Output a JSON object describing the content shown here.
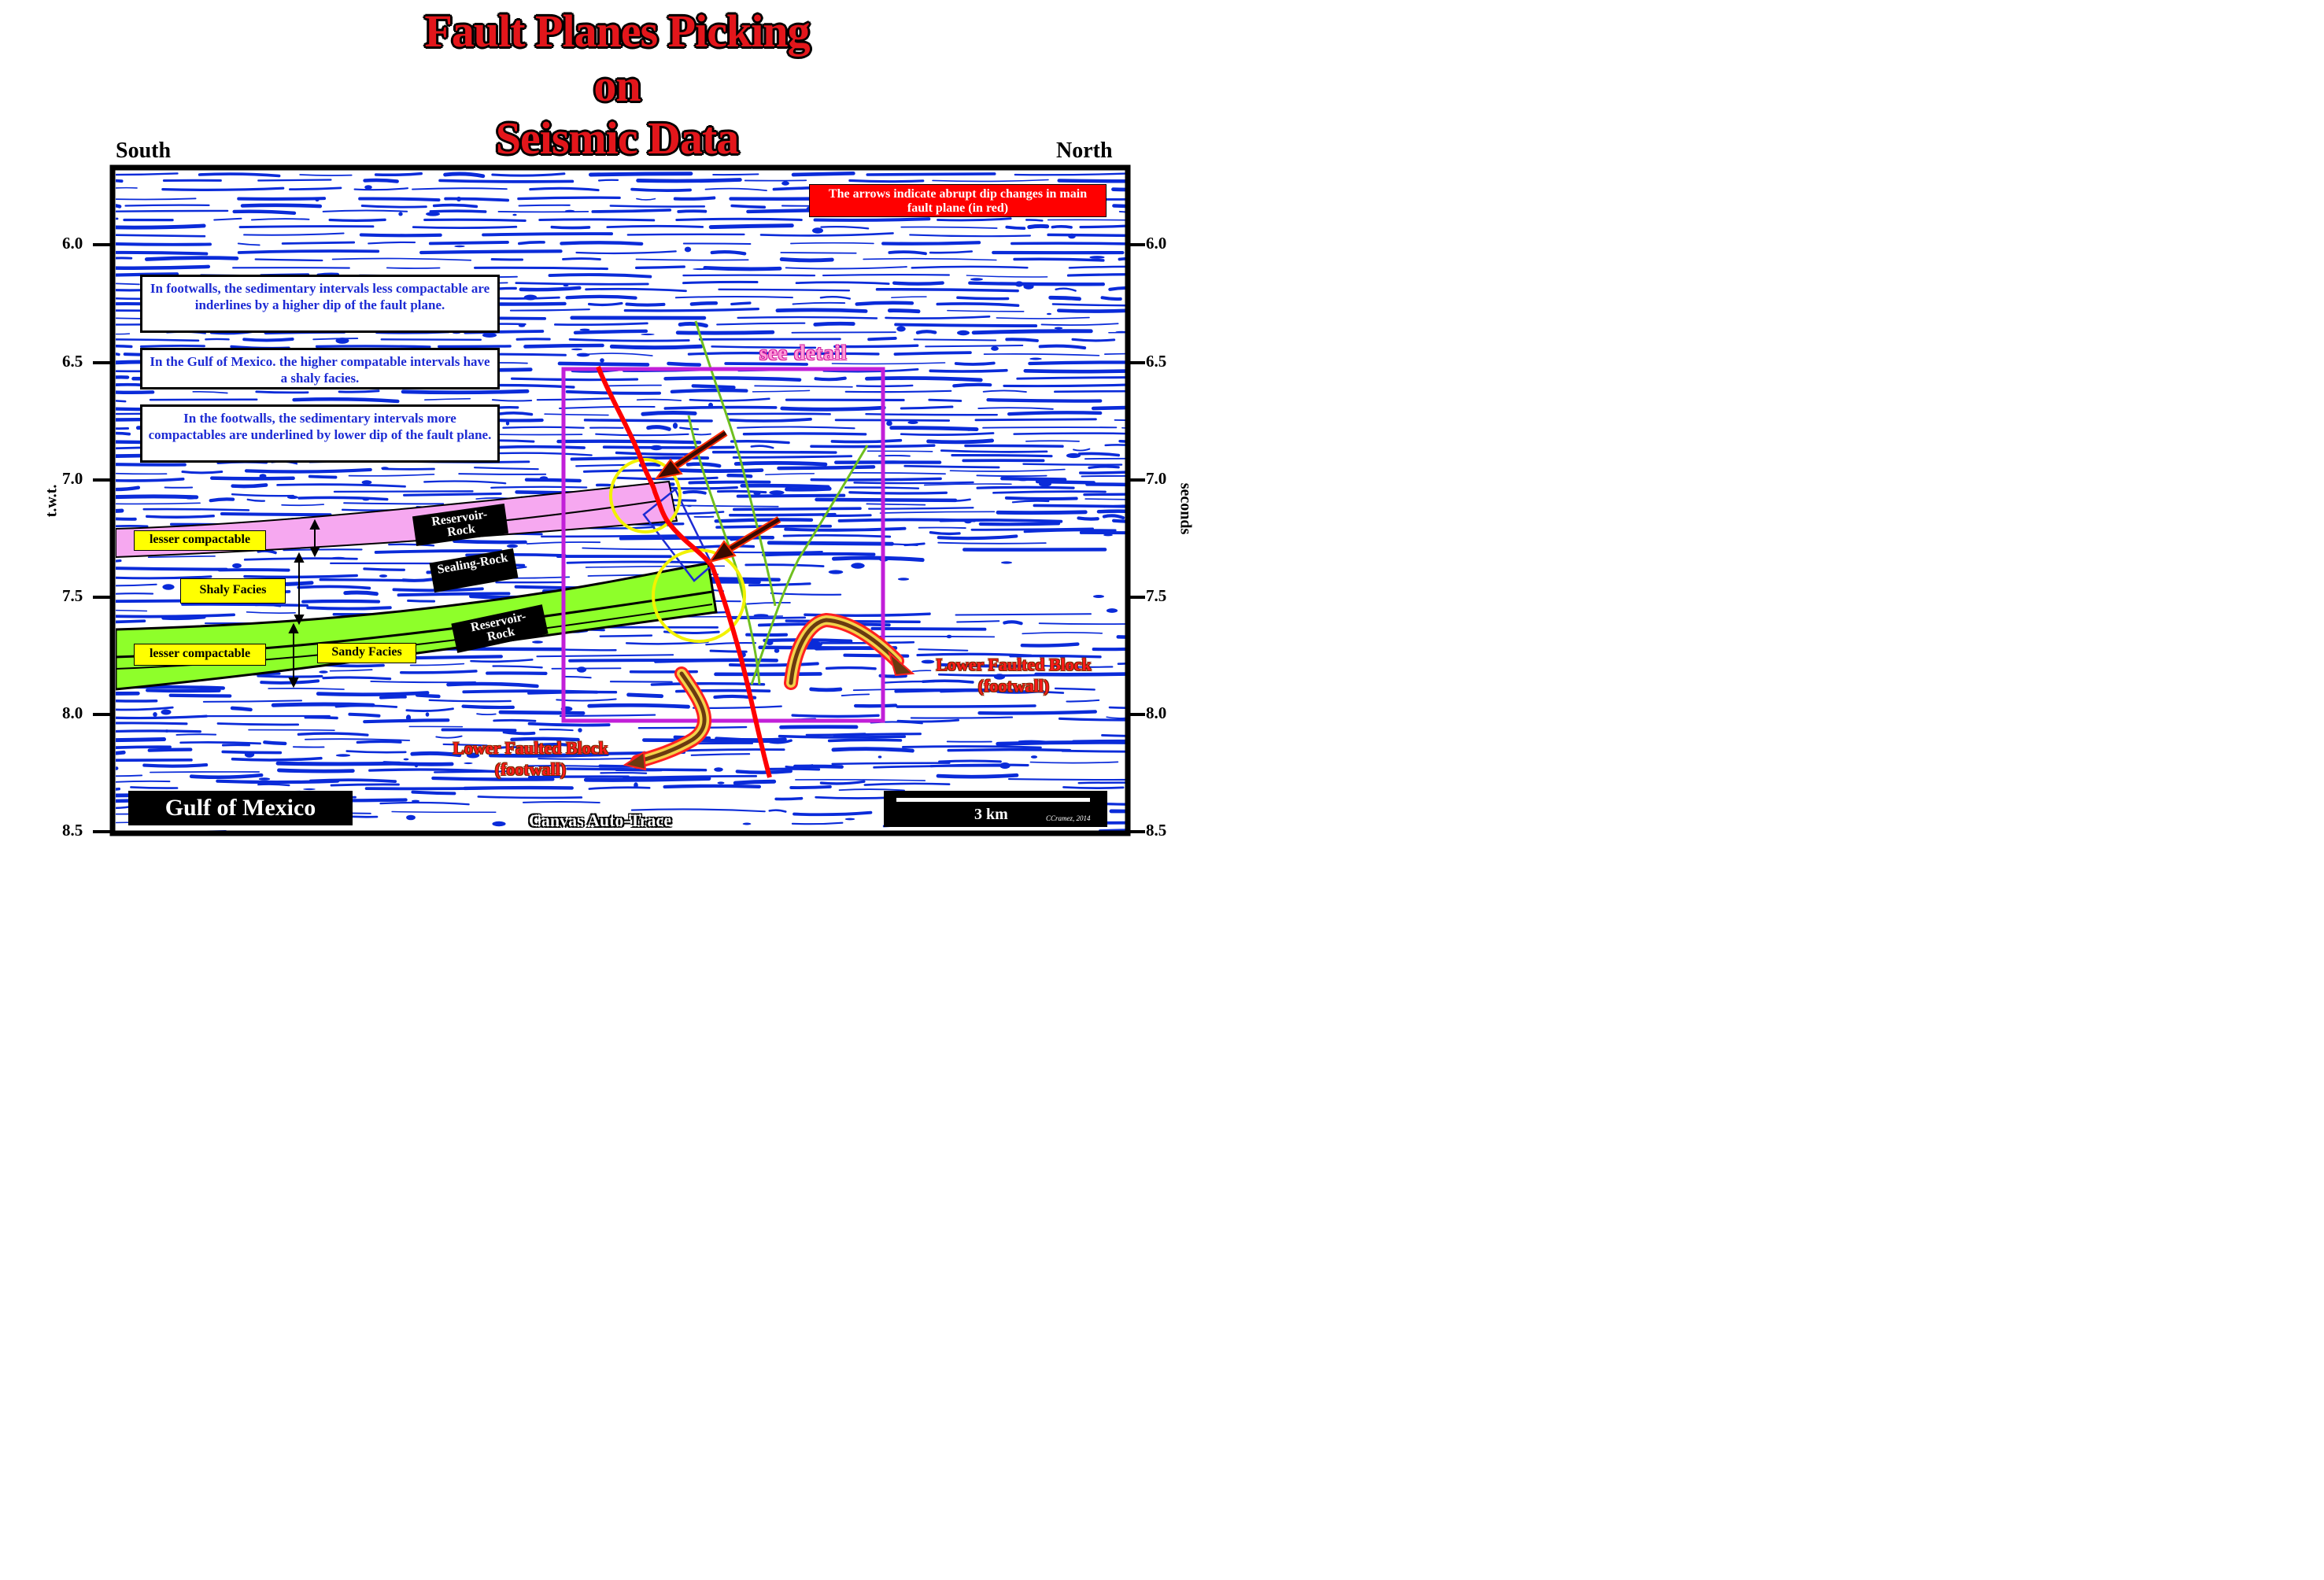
{
  "title": {
    "line1": "Fault Planes Picking",
    "line2": "on",
    "line3": "Seismic Data"
  },
  "directions": {
    "left": "South",
    "right": "North"
  },
  "axis": {
    "left_label": "t.w.t.",
    "right_label": "seconds",
    "ticks": [
      "6.0",
      "6.5",
      "7.0",
      "7.5",
      "8.0",
      "8.5"
    ]
  },
  "notes": {
    "footwall_less": "In footwalls, the sedimentary intervals less compactable are inderlines by a higher dip of the fault plane.",
    "gulf_shaly": "In the Gulf of Mexico. the higher compatable intervals have a shaly facies.",
    "footwall_more": "In the footwalls, the sedimentary intervals more compactables are underlined by lower dip of the fault plane.",
    "arrows": "The arrows indicate abrupt dip changes in main fault plane (in red)"
  },
  "labels": {
    "lesser_compactable_top": "lesser compactable",
    "shaly_facies": "Shaly Facies",
    "lesser_compactable_bottom": "lesser compactable",
    "sandy_facies": "Sandy  Facies",
    "reservoir_rock_1": "Reservoir-Rock",
    "sealing_rock": "Sealing-Rock",
    "reservoir_rock_2": "Reservoir-Rock",
    "see_detail": "see detail",
    "lower_faulted_block_right": "Lower Faulted Block",
    "footwall_right": "(footwall)",
    "lower_faulted_block_bottom": "Lower Faulted Block",
    "footwall_bottom": "(footwall)"
  },
  "footer": {
    "region": "Gulf of Mexico",
    "software": "Canvas Auto-Trace",
    "scale": "3 km",
    "credit": "CCramez, 2014"
  },
  "colors": {
    "title_red": "#e3161b",
    "reflector_blue": "#0a2bd9",
    "fault_red": "#ff0000",
    "secondary_fault_green": "#6fbf1f",
    "reservoir_pink": "#f6a8f0",
    "reservoir_green": "#8eff2a",
    "detail_box_magenta": "#c21fd8",
    "circle_yellow": "#f2f200",
    "note_text_blue": "#1d2bd4"
  }
}
